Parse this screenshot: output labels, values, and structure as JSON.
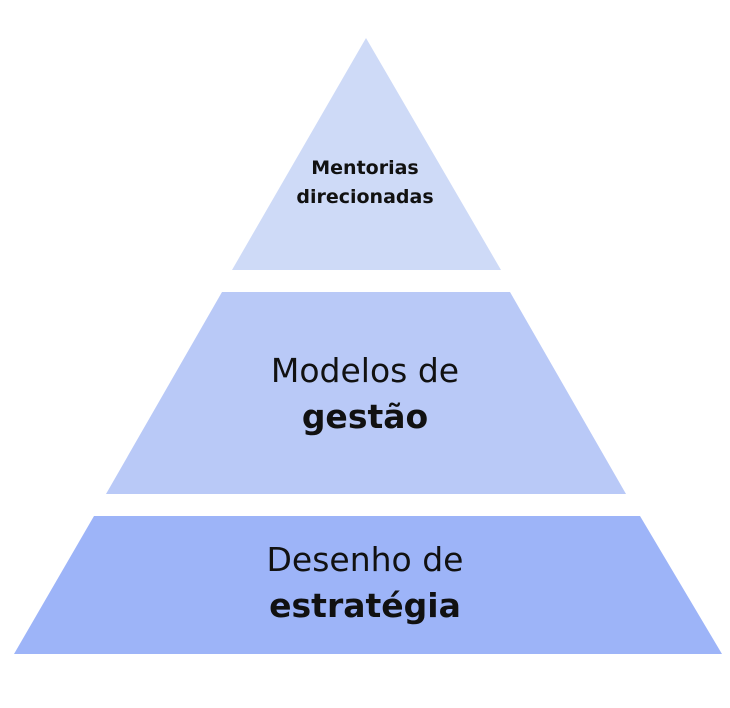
{
  "pyramid": {
    "colors": {
      "top": "#cedaf7",
      "middle": "#b9c9f7",
      "bottom": "#9db4f8",
      "text": "#111111"
    },
    "tiers": {
      "top": {
        "line1": "Mentorias",
        "line2": "direcionadas"
      },
      "middle": {
        "line1": "Modelos de",
        "line2": "gestão"
      },
      "bottom": {
        "line1": "Desenho de",
        "line2": "estratégia"
      }
    }
  }
}
